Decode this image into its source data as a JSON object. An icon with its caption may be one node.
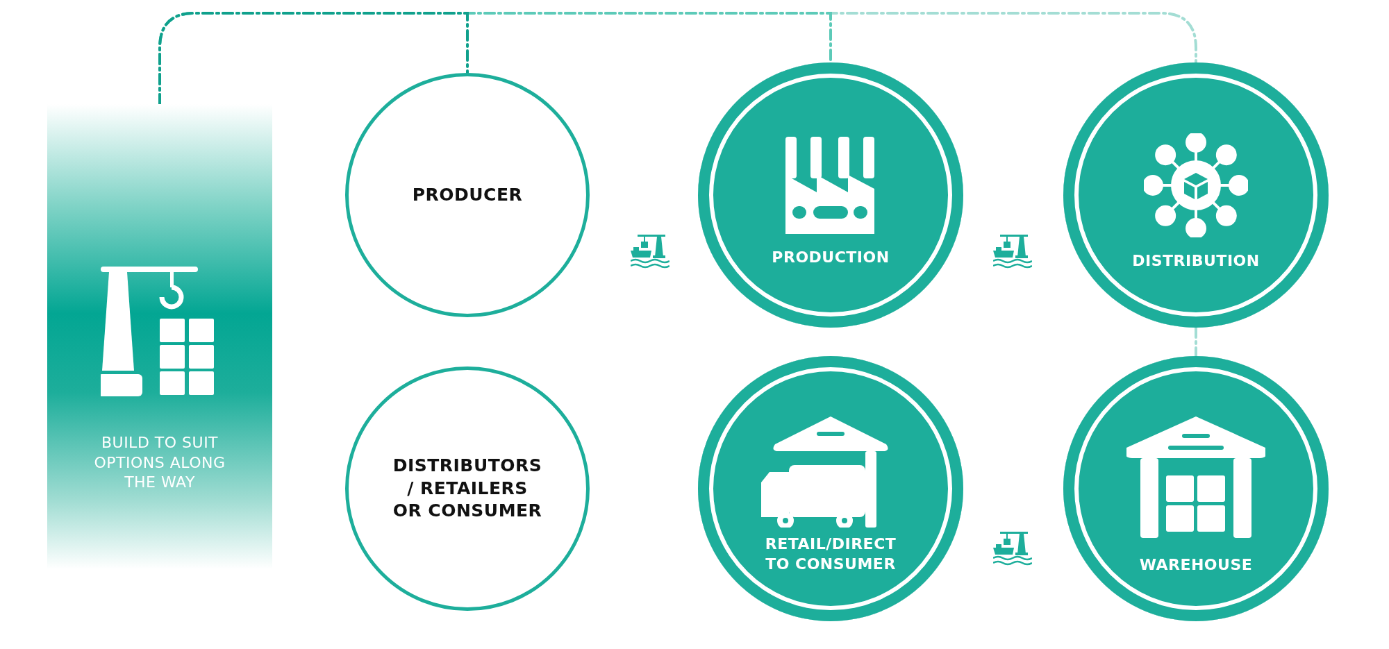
{
  "diagram": {
    "nodes": [
      {
        "text": [
          "BUILD TO SUIT OPTIONS ALONG THE WAY"
        ]
      },
      {
        "text": [
          "PRODUCER"
        ]
      },
      {
        "text": [
          "PRODUCTION"
        ]
      },
      {
        "text": [
          "DISTRIBUTION"
        ]
      },
      {
        "text": [
          "DISTRIBUTORS / RETAILERS OR CONSUMER"
        ]
      },
      {
        "text": [
          "RETAIL/DIRECT TO CONSUMER"
        ]
      },
      {
        "text": [
          "WAREHOUSE"
        ]
      }
    ],
    "edges": [
      {
        "from": 0,
        "to": 1,
        "arrow": "none",
        "style": "dashed",
        "color": "#0fa08c"
      },
      {
        "from": 0,
        "to": 2,
        "arrow": "none",
        "style": "dashed",
        "color": "#5ccab8"
      },
      {
        "from": 0,
        "to": 3,
        "arrow": "none",
        "style": "dashed",
        "color": "#a3ddd4"
      },
      {
        "from": 3,
        "to": 6,
        "arrow": "none",
        "style": "dashed",
        "color": "#a3ddd4"
      }
    ]
  }
}
